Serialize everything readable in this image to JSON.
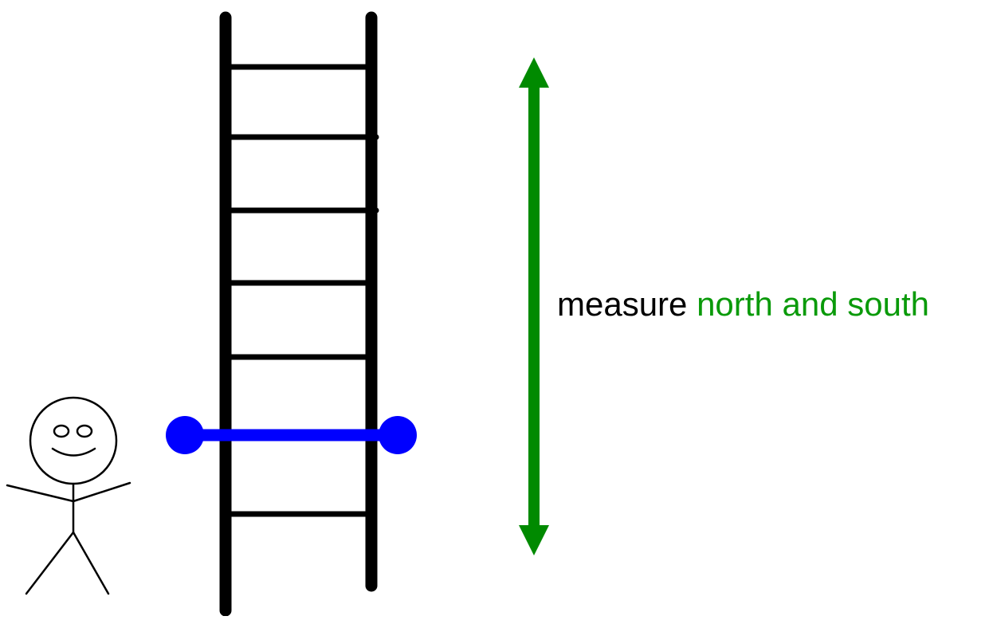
{
  "caption": {
    "prefix": "measure",
    "highlight": "north and south"
  },
  "colors": {
    "ink": "#000000",
    "measure_arrow": "#008a00",
    "highlight_text": "#0a9a0a",
    "blue_bar": "#0000ff",
    "background": "#ffffff"
  },
  "figures": {
    "ladder": "ladder",
    "stick_figure": "stick-figure",
    "blue_rung": "highlighted-rung",
    "arrow": "vertical-double-arrow"
  }
}
